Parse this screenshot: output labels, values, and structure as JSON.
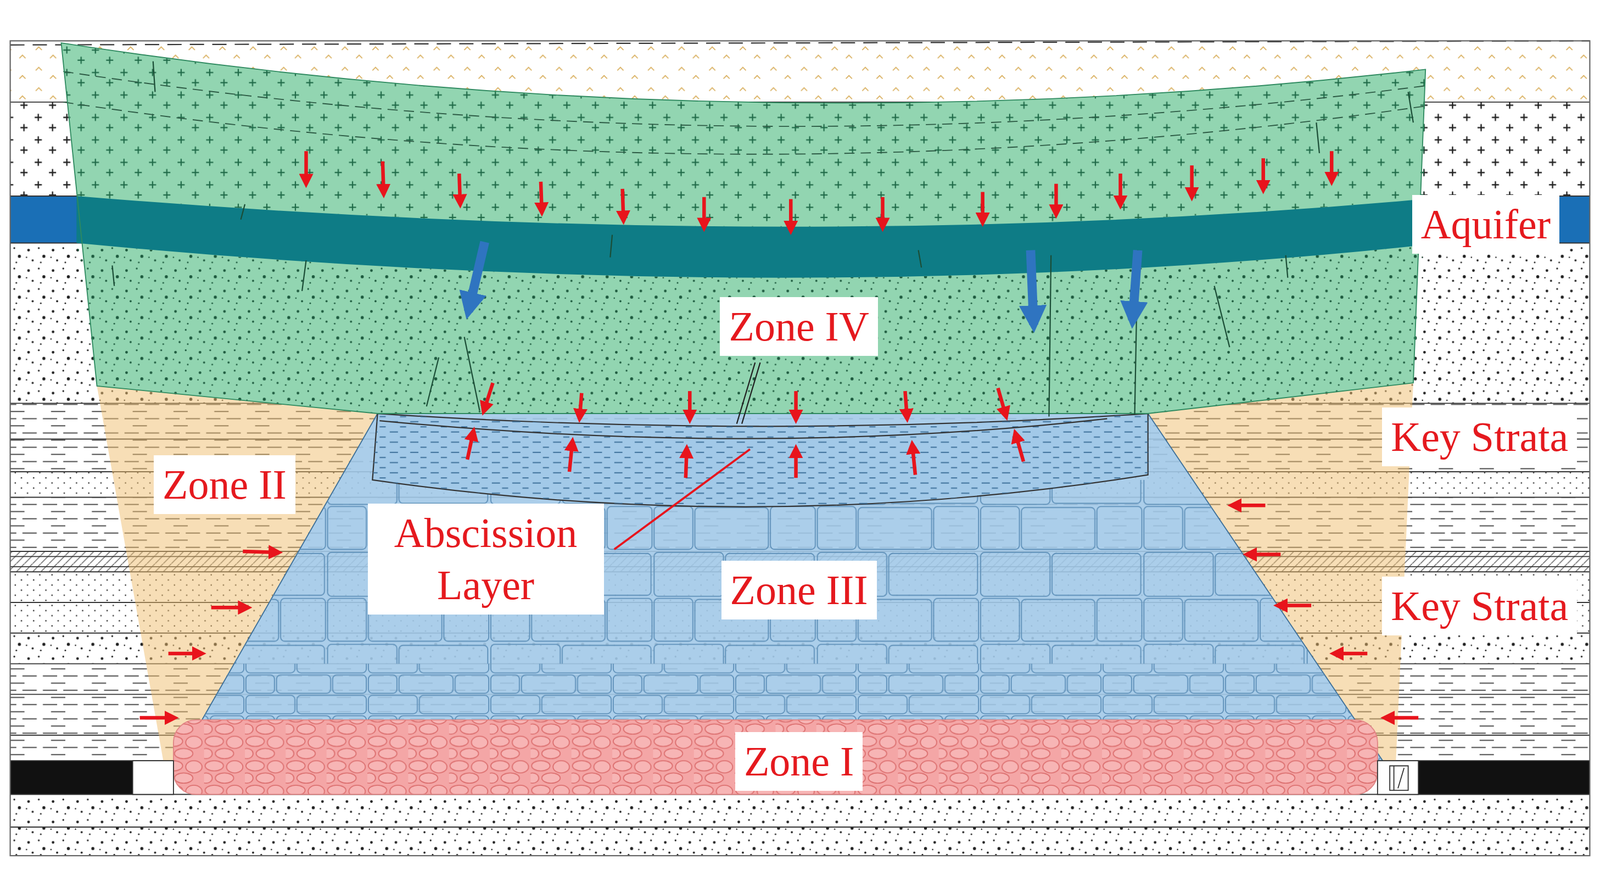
{
  "diagram": {
    "labels": [
      "Aquifer",
      "Zone IV",
      "Key Strata",
      "Zone II",
      "Abscission Layer",
      "Zone III",
      "Key Strata",
      "Zone I"
    ]
  }
}
